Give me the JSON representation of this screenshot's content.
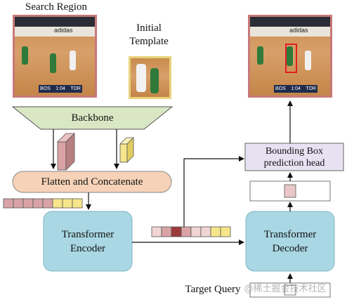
{
  "labels": {
    "search_region": "Search Region",
    "initial_template": "Initial Template",
    "backbone": "Backbone",
    "flatten_concat": "Flatten and Concatenate",
    "encoder": "Transformer Encoder",
    "decoder": "Transformer Decoder",
    "bbox_head": "Bounding Box prediction head",
    "target_query": "Target Query",
    "watermark": "@稀土掘金技术社区"
  },
  "scoreboard": {
    "brand": "adidas",
    "team_left": "BOS",
    "team_right": "TOR",
    "clock": "1:04"
  },
  "colors": {
    "backbone_fill": "#d9e7c4",
    "flatten_fill": "#f6d2b8",
    "transformer_fill": "#a9d7e3",
    "bbox_fill": "#e7e2f2",
    "frame_border": "#c87878",
    "template_border": "#e9d27a",
    "token_pink": "#d9a3a6",
    "token_darkred": "#9c3b3b",
    "token_lightpink": "#f1d4d4",
    "token_yellow": "#f6e58a",
    "tracking_box": "#e02020"
  }
}
